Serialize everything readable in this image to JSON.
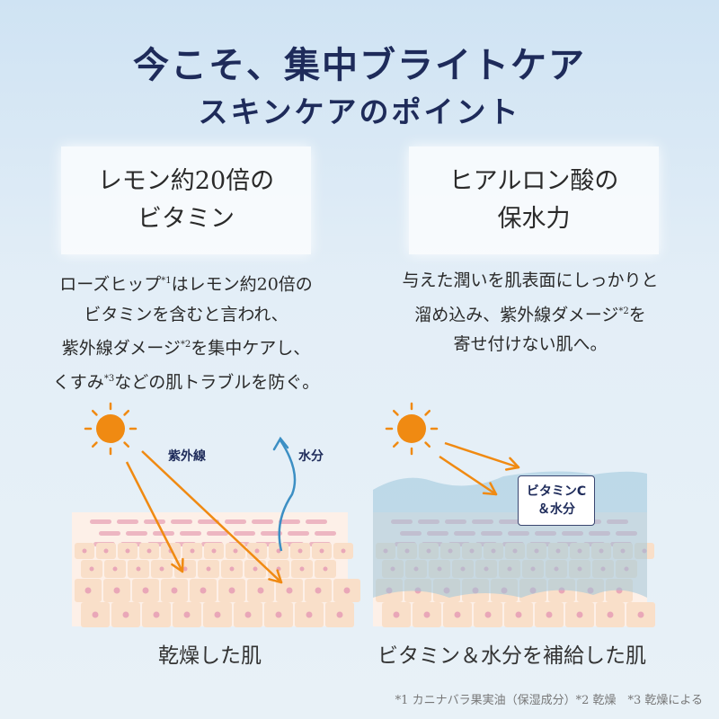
{
  "title": {
    "line1": "今こそ、集中ブライトケア",
    "line2": "スキンケアのポイント"
  },
  "points": [
    {
      "heading1": "レモン約20倍の",
      "heading2": "ビタミン",
      "text": [
        "ローズヒップ",
        "*1",
        "はレモン約20倍の",
        "ビタミンを含むと言われ、",
        "紫外線ダメージ",
        "*2",
        "を集中ケアし、",
        "くすみ",
        "*3",
        "などの肌トラブルを防ぐ。"
      ]
    },
    {
      "heading1": "ヒアルロン酸の",
      "heading2": "保水力",
      "text": [
        "与えた潤いを肌表面にしっかりと",
        "溜め込み、紫外線ダメージ",
        "*2",
        "を",
        "寄せ付けない肌へ。"
      ]
    }
  ],
  "diagrams": {
    "left": {
      "uv_label": "紫外線",
      "water_label": "水分",
      "caption": "乾燥した肌"
    },
    "right": {
      "badge1": "ビタミンC",
      "badge2": "＆水分",
      "caption": "ビタミン＆水分を補給した肌"
    }
  },
  "footnote": "*1 カニナバラ果実油（保湿成分）*2 乾燥　*3 乾燥による",
  "colors": {
    "navy": "#1e2b5a",
    "orange": "#f08a12",
    "skin": "#f9dfc9",
    "pink": "#e9a7b8",
    "water": "#3c8fc4"
  }
}
